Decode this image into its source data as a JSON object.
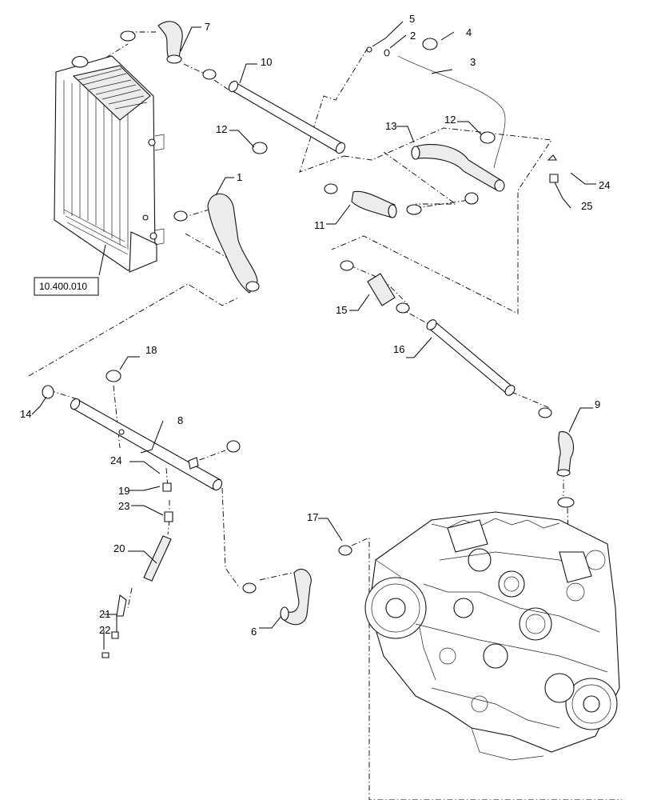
{
  "callouts": [
    "1",
    "2",
    "3",
    "4",
    "5",
    "6",
    "7",
    "8",
    "9",
    "10",
    "11",
    "12",
    "12",
    "13",
    "14",
    "15",
    "16",
    "17",
    "18",
    "19",
    "20",
    "21",
    "22",
    "23",
    "24",
    "24",
    "25"
  ],
  "reference_box": "10.400.010",
  "colors": {
    "line": "#000000",
    "part_fill": "#ffffff",
    "shade": "#ececec"
  }
}
